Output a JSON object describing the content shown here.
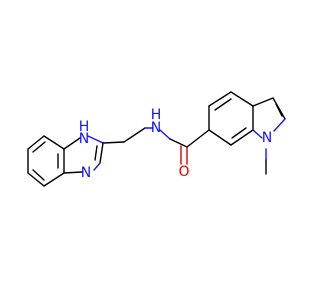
{
  "atoms": {
    "imidazole_nh": "H\nN",
    "imidazole_n": "N",
    "amide_nh": "H\nN",
    "amide_o": "O",
    "indole_n": "N"
  },
  "labels": {
    "imidazole_nh_h": "H",
    "imidazole_nh_n": "N",
    "imidazole_n": "N",
    "amide_nh_h": "H",
    "amide_nh_n": "N",
    "amide_o": "O",
    "indole_n": "N"
  },
  "colors": {
    "carbon": "#000000",
    "nitrogen": "#1414ff",
    "oxygen": "#e00000"
  }
}
